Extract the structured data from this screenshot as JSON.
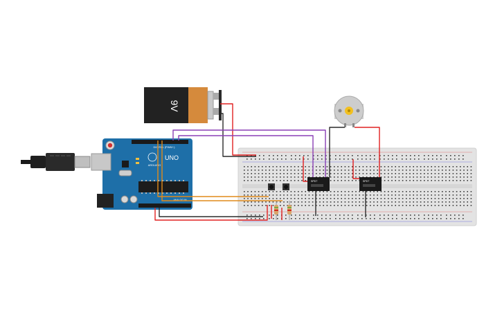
{
  "battery": {
    "label": "9V",
    "body_color": "#222222",
    "terminal_color": "#d58a3c"
  },
  "arduino": {
    "model": "UNO",
    "brand": "ARDUINO",
    "digital_label": "DIGITAL (PWM~)",
    "analog_label": "ANALOG IN",
    "board_color": "#1e6fa8",
    "header_color": "#1a1a1a"
  },
  "relays": [
    {
      "id": "relay-1",
      "label": "SPDT"
    },
    {
      "id": "relay-2",
      "label": "SPDT"
    }
  ],
  "motor": {
    "icon": "dc-motor-icon"
  },
  "wire_colors": {
    "red": "#e02020",
    "black": "#2a2a2a",
    "purple": "#8a3fb5",
    "orange": "#e08a1a"
  },
  "breadboard": {
    "color": "#e3e3e3",
    "hole_color": "#3a3a3a"
  }
}
